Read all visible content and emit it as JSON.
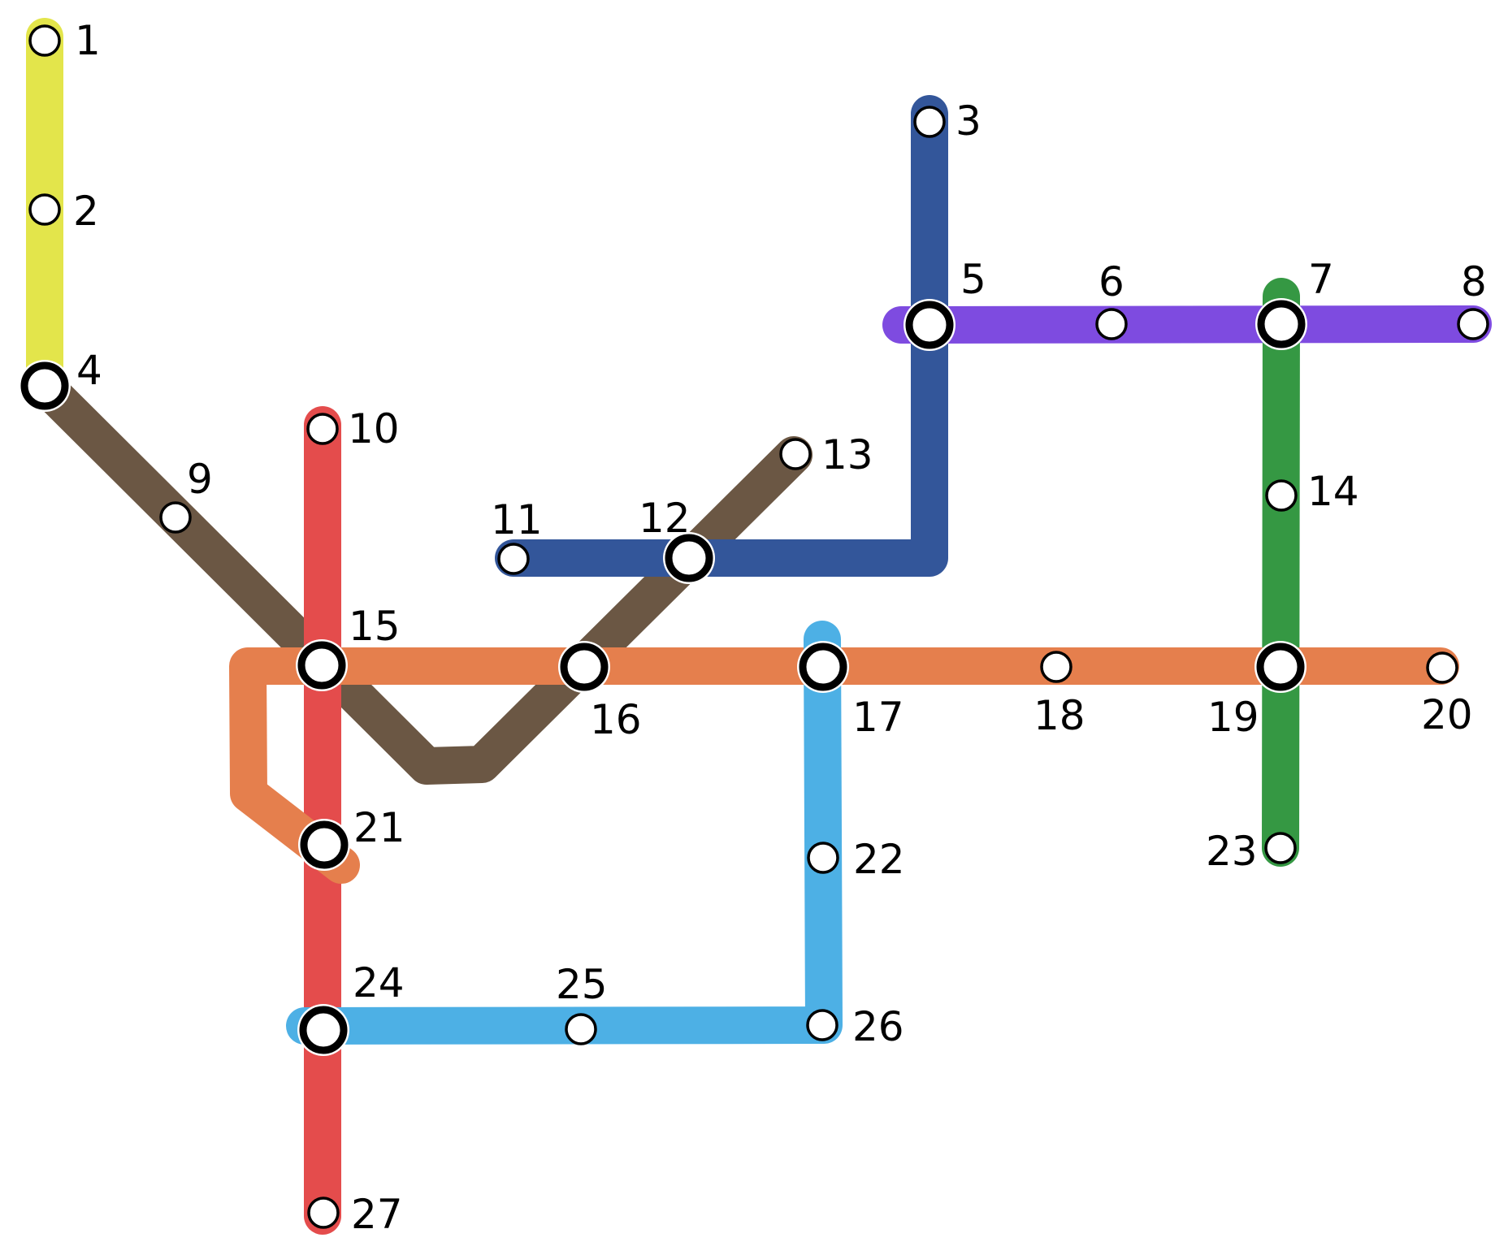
{
  "map": {
    "lines": [
      {
        "id": "yellow",
        "color": "#E3E54B"
      },
      {
        "id": "brown",
        "color": "#6B5744"
      },
      {
        "id": "red",
        "color": "#E44C4C"
      },
      {
        "id": "navy",
        "color": "#33569A"
      },
      {
        "id": "purple",
        "color": "#7E4BE0"
      },
      {
        "id": "green",
        "color": "#359843"
      },
      {
        "id": "orange",
        "color": "#E57F4D"
      },
      {
        "id": "lightblue",
        "color": "#4DB0E5"
      }
    ],
    "stations": [
      {
        "label": "1",
        "interchange": false
      },
      {
        "label": "2",
        "interchange": false
      },
      {
        "label": "3",
        "interchange": false
      },
      {
        "label": "4",
        "interchange": true
      },
      {
        "label": "5",
        "interchange": true
      },
      {
        "label": "6",
        "interchange": false
      },
      {
        "label": "7",
        "interchange": true
      },
      {
        "label": "8",
        "interchange": false
      },
      {
        "label": "9",
        "interchange": false
      },
      {
        "label": "10",
        "interchange": false
      },
      {
        "label": "11",
        "interchange": false
      },
      {
        "label": "12",
        "interchange": true
      },
      {
        "label": "13",
        "interchange": false
      },
      {
        "label": "14",
        "interchange": false
      },
      {
        "label": "15",
        "interchange": true
      },
      {
        "label": "16",
        "interchange": true
      },
      {
        "label": "17",
        "interchange": true
      },
      {
        "label": "18",
        "interchange": false
      },
      {
        "label": "19",
        "interchange": true
      },
      {
        "label": "20",
        "interchange": false
      },
      {
        "label": "21",
        "interchange": true
      },
      {
        "label": "22",
        "interchange": false
      },
      {
        "label": "23",
        "interchange": false
      },
      {
        "label": "24",
        "interchange": true
      },
      {
        "label": "25",
        "interchange": false
      },
      {
        "label": "26",
        "interchange": false
      },
      {
        "label": "27",
        "interchange": false
      }
    ]
  }
}
